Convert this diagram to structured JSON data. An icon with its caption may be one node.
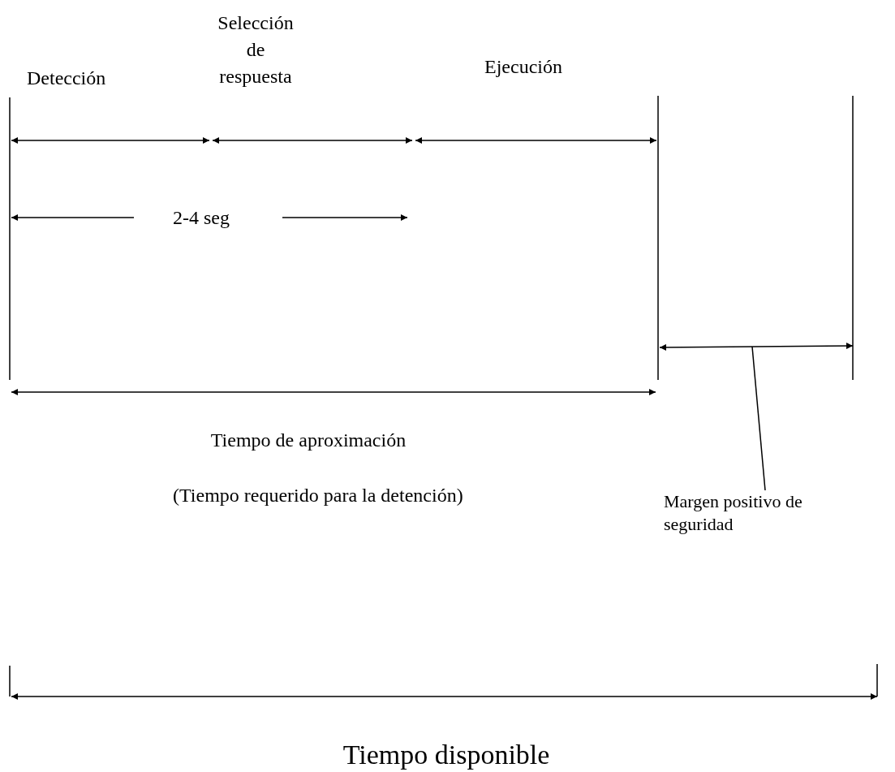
{
  "diagram": {
    "nodes": [
      {
        "text": [
          "Margen positivo de seguridad"
        ]
      },
      {
        "text": [],
        "shape": "line"
      }
    ],
    "edges": [
      {
        "from": 0,
        "to": 1,
        "arrow": "none"
      }
    ],
    "labels": [
      "Selección de respuesta",
      "Ejecución",
      "Detección",
      "2-4 seg",
      "Tiempo de aproximación",
      "(Tiempo requerido para la detención)",
      "Tiempo disponible"
    ]
  }
}
